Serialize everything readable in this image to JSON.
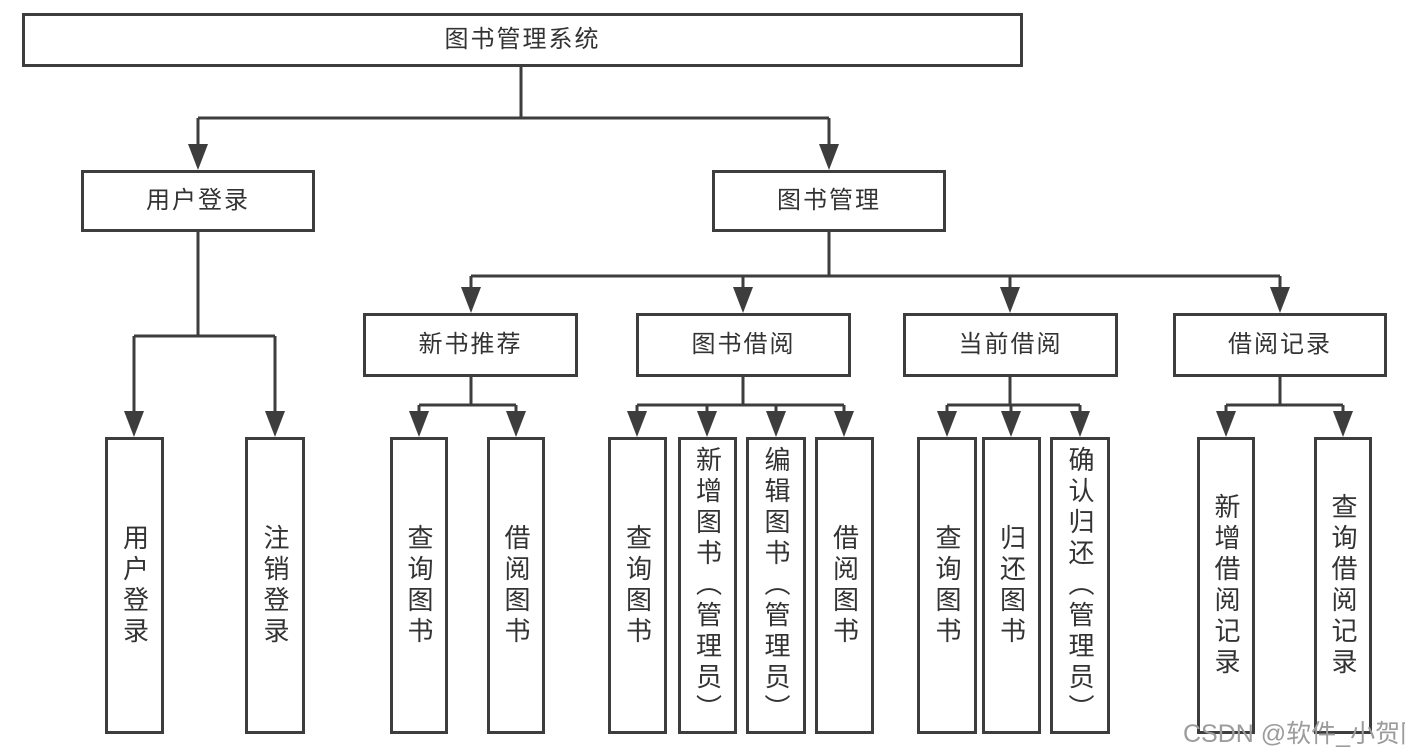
{
  "colors": {
    "bg": "#ffffff",
    "line": "#3d3d3d",
    "text": "#333333",
    "watermark": "#9c9c9c"
  },
  "nodes": {
    "root": "图书管理系统",
    "userLogin": "用户登录",
    "bookMgmt": "图书管理",
    "newBookRec": "新书推荐",
    "bookBorrow": "图书借阅",
    "currentBorrow": "当前借阅",
    "borrowRecords": "借阅记录"
  },
  "leaves": {
    "a1": "用户登录",
    "a2": "注销登录",
    "b1": "查询图书",
    "b2": "借阅图书",
    "c1": "查询图书",
    "c2": "新增图书（管理员）",
    "c3": "编辑图书（管理员）",
    "c4": "借阅图书",
    "d1": "查询图书",
    "d2": "归还图书",
    "d3": "确认归还（管理员）",
    "e1": "新增借阅记录",
    "e2": "查询借阅记录"
  },
  "watermark": "CSDN @软件_小贺同学"
}
